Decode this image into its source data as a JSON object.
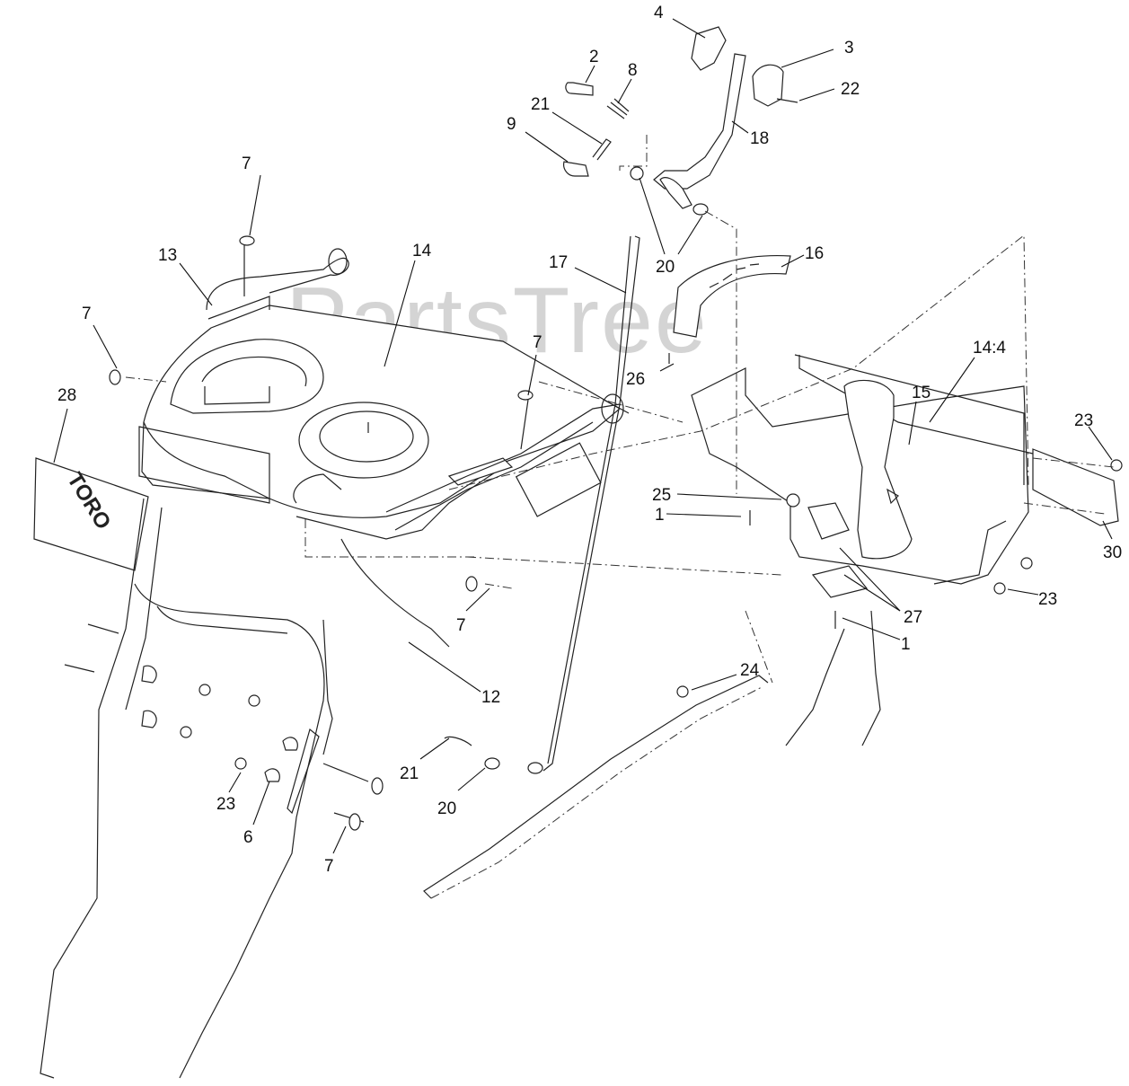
{
  "watermark": "PartsTree",
  "decal_text": "TORO",
  "callouts": [
    {
      "label": "4"
    },
    {
      "label": "3"
    },
    {
      "label": "2"
    },
    {
      "label": "8"
    },
    {
      "label": "22"
    },
    {
      "label": "21"
    },
    {
      "label": "9"
    },
    {
      "label": "18"
    },
    {
      "label": "7"
    },
    {
      "label": "13"
    },
    {
      "label": "14"
    },
    {
      "label": "17"
    },
    {
      "label": "20"
    },
    {
      "label": "16"
    },
    {
      "label": "7"
    },
    {
      "label": "7"
    },
    {
      "label": "26"
    },
    {
      "label": "14:4"
    },
    {
      "label": "28"
    },
    {
      "label": "15"
    },
    {
      "label": "23"
    },
    {
      "label": "25"
    },
    {
      "label": "1"
    },
    {
      "label": "30"
    },
    {
      "label": "7"
    },
    {
      "label": "23"
    },
    {
      "label": "27"
    },
    {
      "label": "1"
    },
    {
      "label": "12"
    },
    {
      "label": "24"
    },
    {
      "label": "21"
    },
    {
      "label": "20"
    },
    {
      "label": "23"
    },
    {
      "label": "6"
    },
    {
      "label": "7"
    }
  ]
}
